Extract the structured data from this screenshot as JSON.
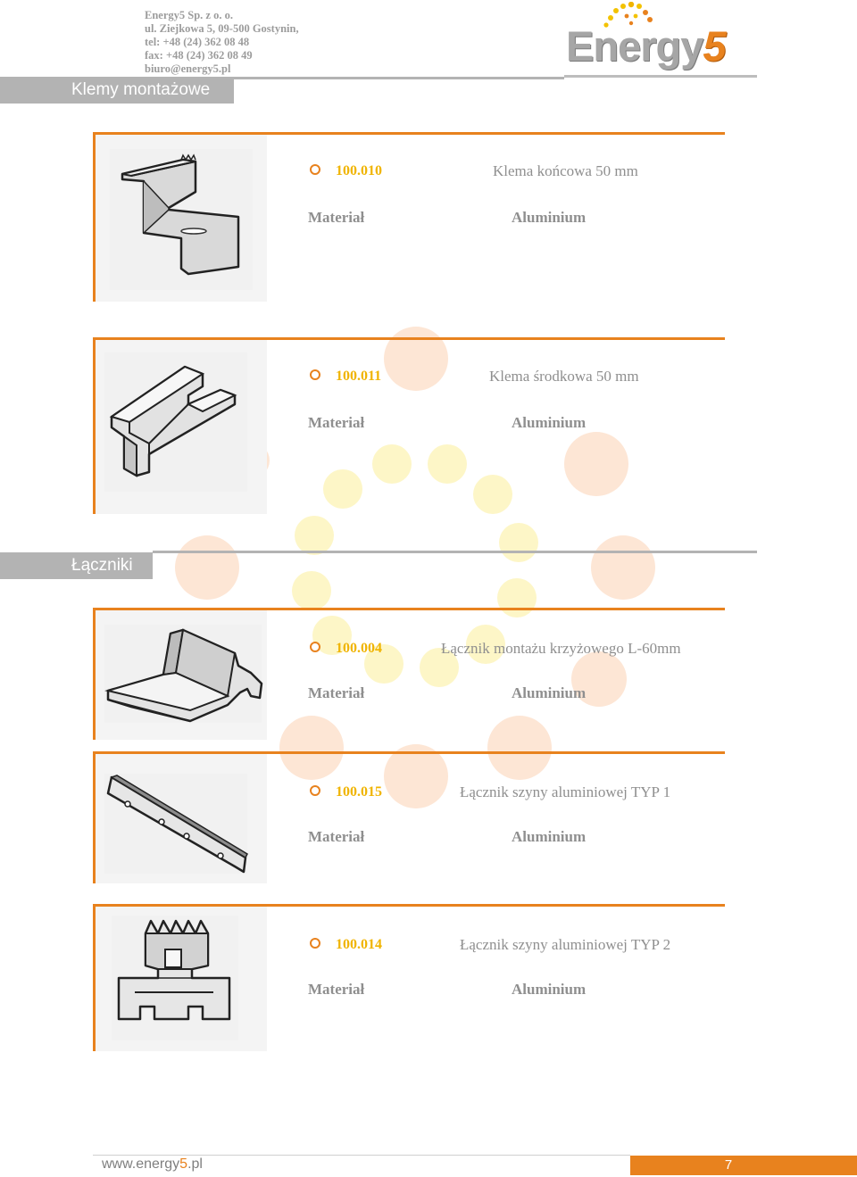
{
  "company": {
    "name": "Energy5 Sp. z o. o.",
    "address": "ul. Ziejkowa 5,  09-500 Gostynin,",
    "tel": "tel: +48 (24) 362 08 48",
    "fax": "fax: +48 (24) 362 08 49",
    "email": "biuro@energy5.pl"
  },
  "logo": {
    "text": "Energy",
    "accent": "5"
  },
  "colors": {
    "accent": "#e8821e",
    "code": "#f0b400",
    "gray_text": "#8f8f8f",
    "section": "#b3b3b3"
  },
  "sections": [
    {
      "title": "Klemy montażowe"
    },
    {
      "title": "Łączniki"
    }
  ],
  "products": [
    {
      "code": "100.010",
      "name": "Klema końcowa 50 mm",
      "material_label": "Materiał",
      "material": "Aluminium",
      "icon": "end-clamp-icon"
    },
    {
      "code": "100.011",
      "name": "Klema środkowa 50 mm",
      "material_label": "Materiał",
      "material": "Aluminium",
      "icon": "mid-clamp-icon"
    },
    {
      "code": "100.004",
      "name": "Łącznik montażu krzyżowego L-60mm",
      "material_label": "Materiał",
      "material": "Aluminium",
      "icon": "cross-connector-icon"
    },
    {
      "code": "100.015",
      "name": "Łącznik szyny aluminiowej TYP 1",
      "material_label": "Materiał",
      "material": "Aluminium",
      "icon": "rail-connector-type1-icon"
    },
    {
      "code": "100.014",
      "name": "Łącznik szyny aluminiowej TYP 2",
      "material_label": "Materiał",
      "material": "Aluminium",
      "icon": "rail-connector-type2-icon"
    }
  ],
  "footer": {
    "url_prefix": "www.energy",
    "url_accent": "5",
    "url_suffix": ".pl",
    "page": "7"
  }
}
